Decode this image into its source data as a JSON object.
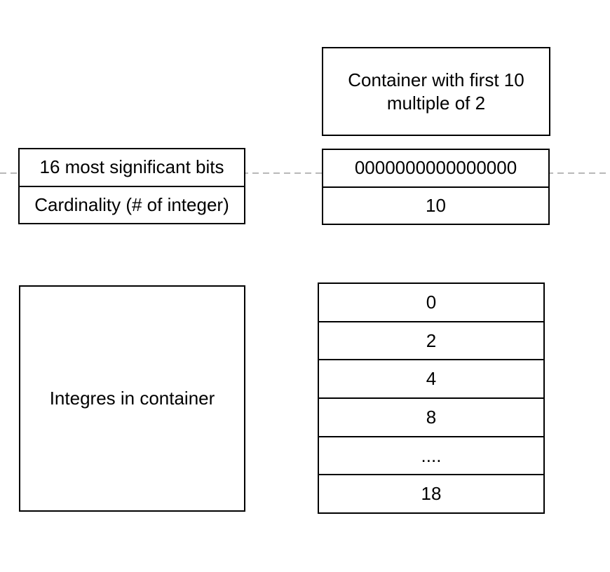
{
  "canvas": {
    "background": "#ffffff",
    "border_color": "#000000",
    "dash_color": "#b8b8b8"
  },
  "header_box": {
    "label": "Container with first 10\nmultiple of 2"
  },
  "fields": {
    "rows": [
      {
        "label": "16 most significant bits",
        "value": "0000000000000000"
      },
      {
        "label": "Cardinality (# of integer)",
        "value": "10"
      }
    ]
  },
  "integers": {
    "label": "Integres in container",
    "values": [
      "0",
      "2",
      "4",
      "8",
      "....",
      "18"
    ]
  }
}
